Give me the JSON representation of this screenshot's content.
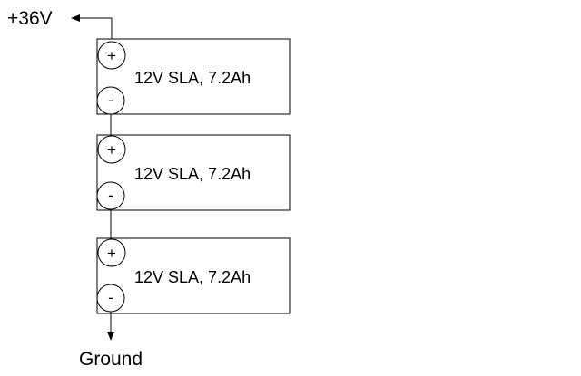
{
  "diagram": {
    "top_terminal_label": "+36V",
    "bottom_terminal_label": "Ground",
    "batteries": [
      {
        "label": "12V SLA, 7.2Ah",
        "positive_symbol": "+",
        "negative_symbol": "-"
      },
      {
        "label": "12V SLA, 7.2Ah",
        "positive_symbol": "+",
        "negative_symbol": "-"
      },
      {
        "label": "12V SLA, 7.2Ah",
        "positive_symbol": "+",
        "negative_symbol": "-"
      }
    ]
  }
}
